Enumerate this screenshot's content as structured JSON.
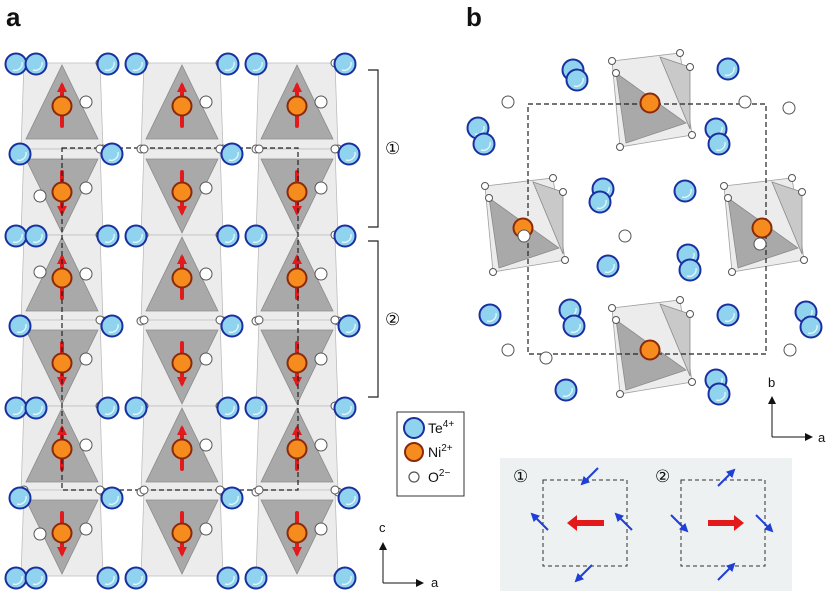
{
  "panels": {
    "a": "a",
    "b": "b"
  },
  "layers": {
    "one": "①",
    "two": "②"
  },
  "legend": {
    "te": {
      "label": "Te",
      "charge": "4+"
    },
    "ni": {
      "label": "Ni",
      "charge": "2+"
    },
    "o": {
      "label": "O",
      "charge": "2−"
    }
  },
  "axes": {
    "panel_a": {
      "up": "c",
      "right": "a"
    },
    "panel_b": {
      "up": "b",
      "right": "a"
    }
  },
  "inset": {
    "one": "①",
    "two": "②"
  },
  "colors": {
    "te_fill": "#8fd3ef",
    "te_stroke": "#1a2fa0",
    "ni_fill": "#f68b1e",
    "ni_stroke": "#8b2a0a",
    "o_fill": "#ffffff",
    "o_stroke": "#555555",
    "octa_light": "#ececec",
    "octa_dark": "#a9a9a9",
    "moment": "#e31a1c",
    "spin": "#1f3fd6",
    "inset_bg": "#eef1f2"
  }
}
